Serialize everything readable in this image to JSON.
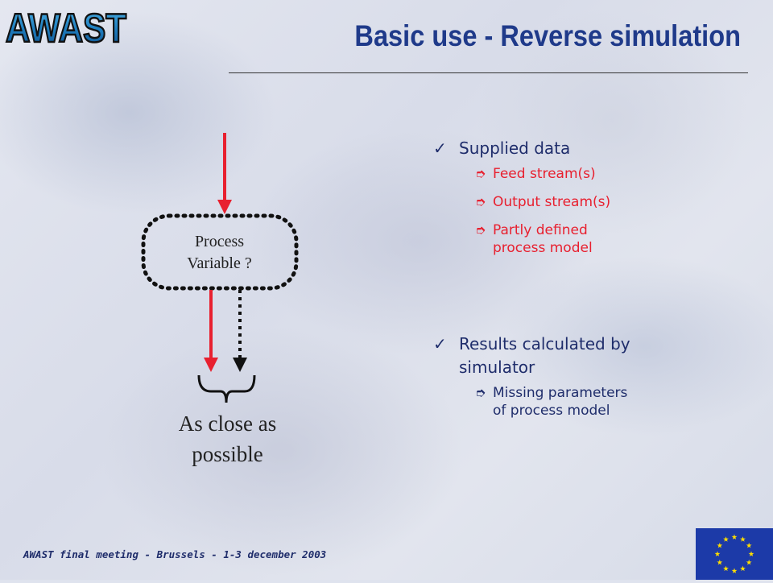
{
  "slide": {
    "logo_text": "AWAST",
    "title": "Basic use - Reverse simulation",
    "footer": "AWAST final meeting - Brussels - 1-3 december 2003"
  },
  "diagram": {
    "node_line1": "Process",
    "node_line2": "Variable ?",
    "target_line1": "As close as",
    "target_line2": "possible"
  },
  "bullets": {
    "check_glyph": "✓",
    "arrow_glyph": "➮",
    "supplied": {
      "label": "Supplied data",
      "items": [
        "Feed stream(s)",
        "Output stream(s)",
        "Partly defined",
        "process model"
      ]
    },
    "results": {
      "label_line1": "Results calculated by",
      "label_line2": "simulator",
      "items": [
        "Missing parameters",
        "of process model"
      ]
    }
  },
  "colors": {
    "title": "#1f3a8a",
    "arrow_red": "#e8202f",
    "text_blue": "#1f2d6b",
    "eu_blue": "#1c3aa8",
    "eu_gold": "#ffde00"
  },
  "icons": [
    "checkmark-icon",
    "arrow-bullet-icon",
    "eu-flag-icon"
  ]
}
